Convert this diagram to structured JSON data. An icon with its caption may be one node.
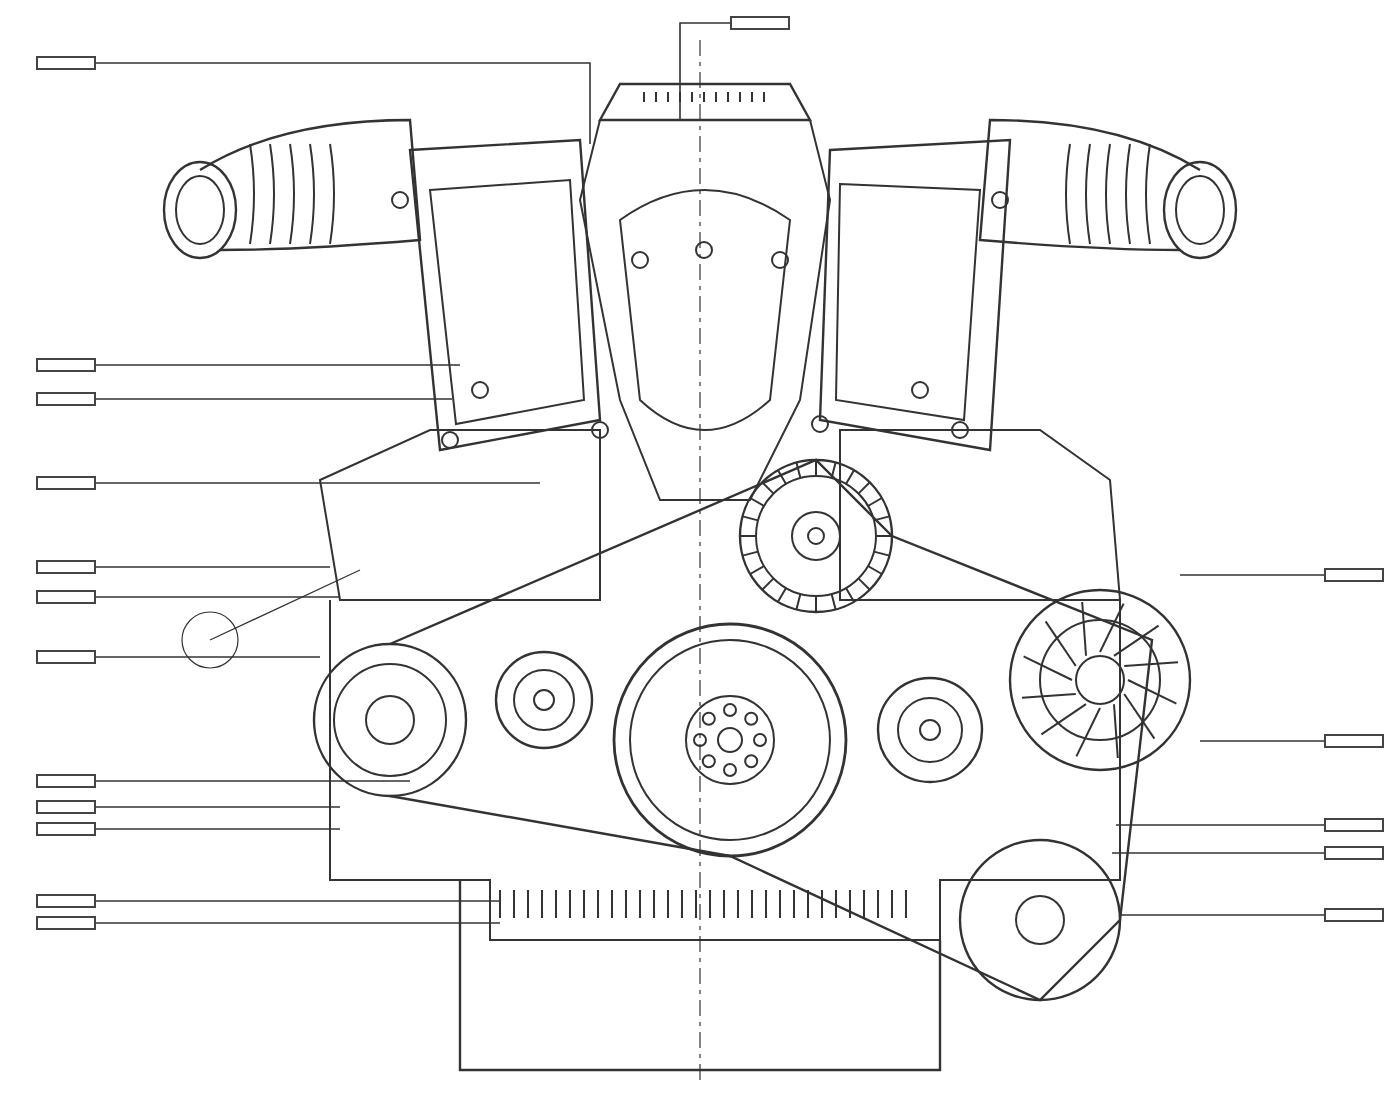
{
  "diagram": {
    "nodes": [
      {
        "text": [],
        "shape": "box"
      },
      {
        "text": [],
        "shape": "box"
      },
      {
        "text": [],
        "shape": "box"
      },
      {
        "text": [],
        "shape": "box"
      },
      {
        "text": [],
        "shape": "box"
      },
      {
        "text": [],
        "shape": "box"
      },
      {
        "text": [],
        "shape": "box"
      },
      {
        "text": [],
        "shape": "box"
      },
      {
        "text": [],
        "shape": "box"
      },
      {
        "text": [],
        "shape": "box"
      },
      {
        "text": [],
        "shape": "box"
      },
      {
        "text": [],
        "shape": "box"
      },
      {
        "text": [],
        "shape": "box"
      },
      {
        "text": [],
        "shape": "box"
      },
      {
        "text": [],
        "shape": "box"
      },
      {
        "text": [],
        "shape": "box"
      },
      {
        "text": [],
        "shape": "box"
      },
      {
        "text": [],
        "shape": "box"
      }
    ],
    "edges": [
      {
        "from": 0,
        "to": null,
        "arrow": "none"
      },
      {
        "from": 1,
        "to": null,
        "arrow": "none"
      },
      {
        "from": 2,
        "to": null,
        "arrow": "none"
      },
      {
        "from": 3,
        "to": null,
        "arrow": "none"
      },
      {
        "from": 4,
        "to": null,
        "arrow": "none"
      },
      {
        "from": 5,
        "to": null,
        "arrow": "none"
      },
      {
        "from": 6,
        "to": null,
        "arrow": "none"
      },
      {
        "from": 7,
        "to": null,
        "arrow": "none"
      },
      {
        "from": 8,
        "to": null,
        "arrow": "none"
      },
      {
        "from": 9,
        "to": null,
        "arrow": "none"
      },
      {
        "from": 10,
        "to": null,
        "arrow": "none"
      },
      {
        "from": 11,
        "to": null,
        "arrow": "none"
      },
      {
        "from": 12,
        "to": null,
        "arrow": "none"
      },
      {
        "from": 13,
        "to": null,
        "arrow": "none"
      },
      {
        "from": 14,
        "to": null,
        "arrow": "none"
      },
      {
        "from": 15,
        "to": null,
        "arrow": "none"
      },
      {
        "from": 16,
        "to": null,
        "arrow": "none"
      },
      {
        "from": 17,
        "to": null,
        "arrow": "none"
      }
    ]
  }
}
